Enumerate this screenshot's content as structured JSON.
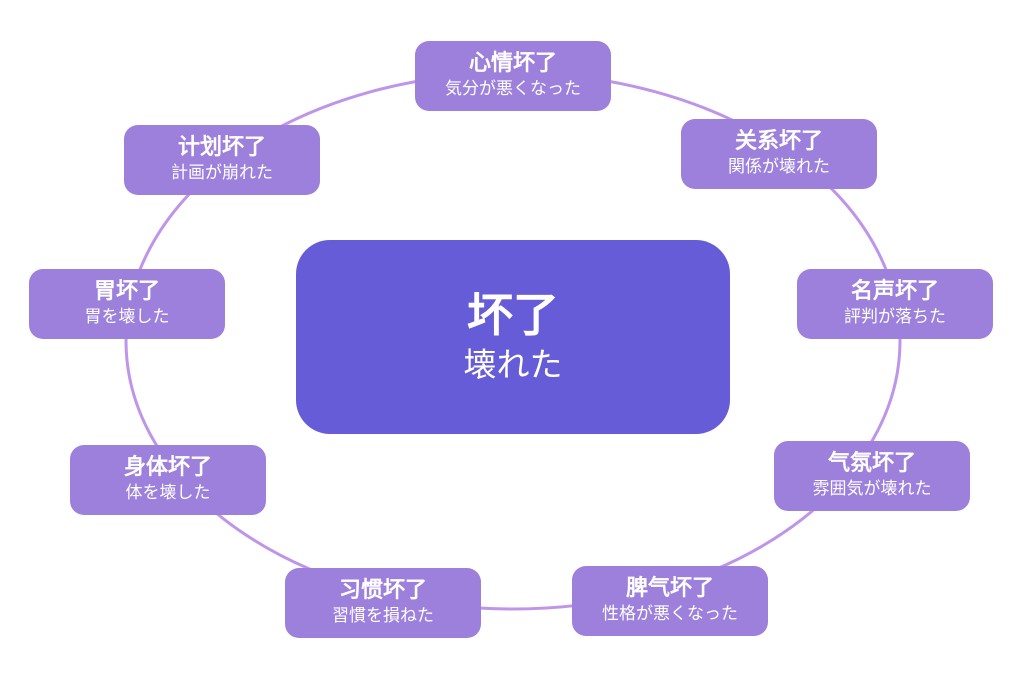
{
  "diagram": {
    "center": {
      "title": "坏了",
      "subtitle": "壊れた"
    },
    "nodes": [
      {
        "name": "mood",
        "title": "心情坏了",
        "subtitle": "気分が悪くなった"
      },
      {
        "name": "relationship",
        "title": "关系坏了",
        "subtitle": "関係が壊れた"
      },
      {
        "name": "reputation",
        "title": "名声坏了",
        "subtitle": "評判が落ちた"
      },
      {
        "name": "atmosphere",
        "title": "气氛坏了",
        "subtitle": "雰囲気が壊れた"
      },
      {
        "name": "temper",
        "title": "脾气坏了",
        "subtitle": "性格が悪くなった"
      },
      {
        "name": "habit",
        "title": "习惯坏了",
        "subtitle": "習慣を損ねた"
      },
      {
        "name": "body",
        "title": "身体坏了",
        "subtitle": "体を壊した"
      },
      {
        "name": "stomach",
        "title": "胃坏了",
        "subtitle": "胃を壊した"
      },
      {
        "name": "plan",
        "title": "计划坏了",
        "subtitle": "計画が崩れた"
      }
    ],
    "colors": {
      "center_fill": "#675CD8",
      "node_fill": "#9D7FDC",
      "ellipse_stroke": "#BE95E9",
      "text": "#FFFFFF",
      "background": "#FFFFFF"
    }
  }
}
